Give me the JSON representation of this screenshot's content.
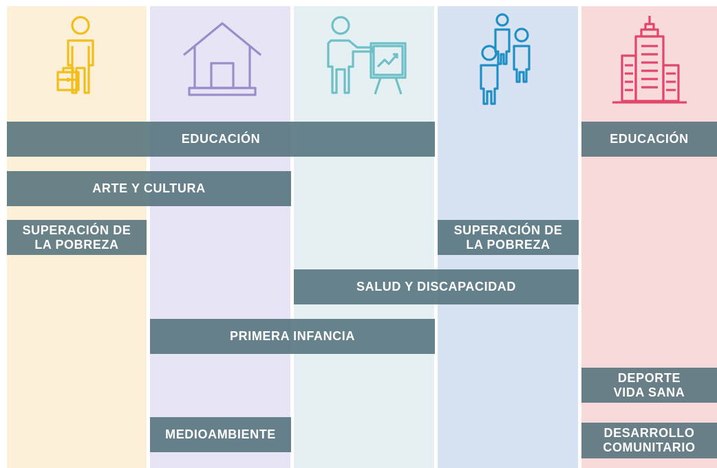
{
  "columns": [
    {
      "name": "trabajo",
      "bg": "#fdf0d9",
      "icon": "person-briefcase-icon",
      "icon_color": "#f2be1a"
    },
    {
      "name": "vivienda",
      "bg": "#e7e4f5",
      "icon": "house-icon",
      "icon_color": "#9b8dc9"
    },
    {
      "name": "capacitacion",
      "bg": "#e4f0f2",
      "icon": "presentation-chart-icon",
      "icon_color": "#6fbfc9"
    },
    {
      "name": "comunidad",
      "bg": "#d7e2f3",
      "icon": "people-group-icon",
      "icon_color": "#1f8fc6"
    },
    {
      "name": "ciudad",
      "bg": "#f9dadb",
      "icon": "city-buildings-icon",
      "icon_color": "#e2466a"
    }
  ],
  "bars": {
    "educacion_main": "EDUCACIÓN",
    "educacion_right": "EDUCACIÓN",
    "arte_cultura": "ARTE Y CULTURA",
    "superacion_left": "SUPERACIÓN DE\nLA POBREZA",
    "superacion_mid": "SUPERACIÓN DE\nLA POBREZA",
    "salud_discapacidad": "SALUD Y DISCAPACIDAD",
    "primera_infancia": "PRIMERA INFANCIA",
    "deporte_vida_sana": "DEPORTE\nVIDA SANA",
    "medioambiente": "MEDIOAMBIENTE",
    "desarrollo_comunitario": "DESARROLLO\nCOMUNITARIO"
  }
}
